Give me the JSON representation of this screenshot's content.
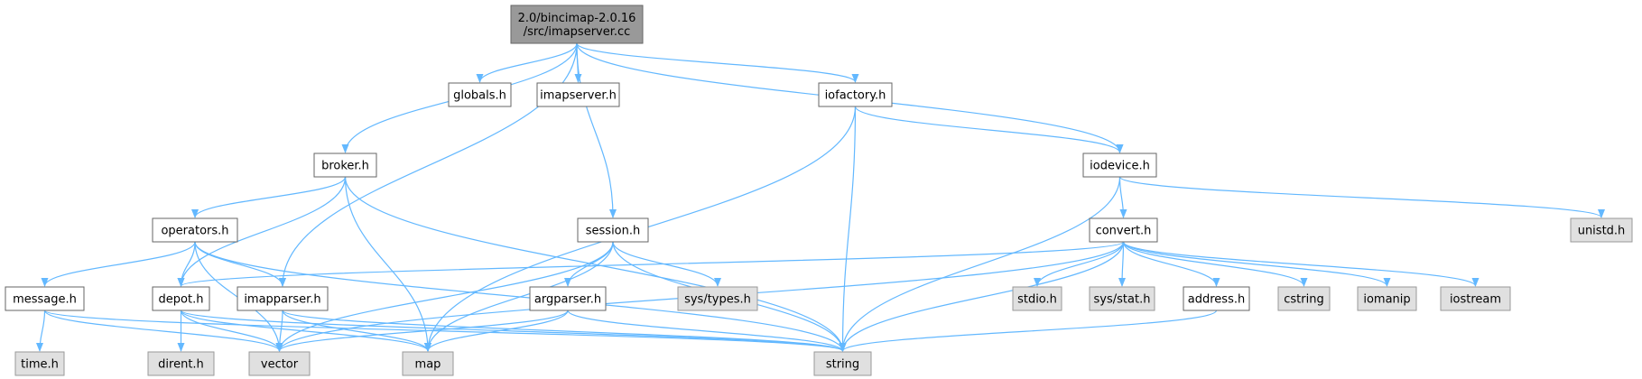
{
  "colors": {
    "root_fill": "#999999",
    "root_stroke": "#666666",
    "project_fill": "#ffffff",
    "project_stroke": "#666666",
    "system_fill": "#e0e0e0",
    "system_stroke": "#999999",
    "edge": "#63b8ff"
  },
  "nodes": [
    {
      "id": "root",
      "kind": "root",
      "lines": [
        "2.0/bincimap-2.0.16",
        "/src/imapserver.cc"
      ]
    },
    {
      "id": "globals",
      "kind": "project",
      "lines": [
        "globals.h"
      ]
    },
    {
      "id": "imapserver_h",
      "kind": "project",
      "lines": [
        "imapserver.h"
      ]
    },
    {
      "id": "iofactory",
      "kind": "project",
      "lines": [
        "iofactory.h"
      ]
    },
    {
      "id": "iodevice",
      "kind": "project",
      "lines": [
        "iodevice.h"
      ]
    },
    {
      "id": "broker",
      "kind": "project",
      "lines": [
        "broker.h"
      ]
    },
    {
      "id": "session",
      "kind": "project",
      "lines": [
        "session.h"
      ]
    },
    {
      "id": "operators",
      "kind": "project",
      "lines": [
        "operators.h"
      ]
    },
    {
      "id": "convert",
      "kind": "project",
      "lines": [
        "convert.h"
      ]
    },
    {
      "id": "unistd",
      "kind": "system",
      "lines": [
        "unistd.h"
      ]
    },
    {
      "id": "message",
      "kind": "project",
      "lines": [
        "message.h"
      ]
    },
    {
      "id": "depot",
      "kind": "project",
      "lines": [
        "depot.h"
      ]
    },
    {
      "id": "imapparser",
      "kind": "project",
      "lines": [
        "imapparser.h"
      ]
    },
    {
      "id": "argparser",
      "kind": "project",
      "lines": [
        "argparser.h"
      ]
    },
    {
      "id": "systypes",
      "kind": "system",
      "lines": [
        "sys/types.h"
      ]
    },
    {
      "id": "stdio",
      "kind": "system",
      "lines": [
        "stdio.h"
      ]
    },
    {
      "id": "sysstat",
      "kind": "system",
      "lines": [
        "sys/stat.h"
      ]
    },
    {
      "id": "address",
      "kind": "project",
      "lines": [
        "address.h"
      ]
    },
    {
      "id": "cstring",
      "kind": "system",
      "lines": [
        "cstring"
      ]
    },
    {
      "id": "iomanip",
      "kind": "system",
      "lines": [
        "iomanip"
      ]
    },
    {
      "id": "iostream",
      "kind": "system",
      "lines": [
        "iostream"
      ]
    },
    {
      "id": "time",
      "kind": "system",
      "lines": [
        "time.h"
      ]
    },
    {
      "id": "dirent",
      "kind": "system",
      "lines": [
        "dirent.h"
      ]
    },
    {
      "id": "vector",
      "kind": "system",
      "lines": [
        "vector"
      ]
    },
    {
      "id": "map",
      "kind": "system",
      "lines": [
        "map"
      ]
    },
    {
      "id": "string",
      "kind": "system",
      "lines": [
        "string"
      ]
    }
  ],
  "edges": [
    {
      "from": "root",
      "to": "globals"
    },
    {
      "from": "root",
      "to": "imapserver_h"
    },
    {
      "from": "root",
      "to": "iofactory"
    },
    {
      "from": "root",
      "to": "iodevice"
    },
    {
      "from": "root",
      "to": "broker"
    },
    {
      "from": "root",
      "to": "session"
    },
    {
      "from": "root",
      "to": "imapparser"
    },
    {
      "from": "iofactory",
      "to": "iodevice"
    },
    {
      "from": "iofactory",
      "to": "string"
    },
    {
      "from": "iofactory",
      "to": "map"
    },
    {
      "from": "iodevice",
      "to": "convert"
    },
    {
      "from": "iodevice",
      "to": "unistd"
    },
    {
      "from": "iodevice",
      "to": "string"
    },
    {
      "from": "broker",
      "to": "operators"
    },
    {
      "from": "broker",
      "to": "depot"
    },
    {
      "from": "broker",
      "to": "map"
    },
    {
      "from": "broker",
      "to": "string"
    },
    {
      "from": "operators",
      "to": "message"
    },
    {
      "from": "operators",
      "to": "depot"
    },
    {
      "from": "operators",
      "to": "imapparser"
    },
    {
      "from": "operators",
      "to": "vector"
    },
    {
      "from": "operators",
      "to": "string"
    },
    {
      "from": "session",
      "to": "argparser"
    },
    {
      "from": "session",
      "to": "systypes"
    },
    {
      "from": "session",
      "to": "vector"
    },
    {
      "from": "session",
      "to": "map"
    },
    {
      "from": "session",
      "to": "string"
    },
    {
      "from": "convert",
      "to": "depot"
    },
    {
      "from": "convert",
      "to": "vector"
    },
    {
      "from": "convert",
      "to": "stdio"
    },
    {
      "from": "convert",
      "to": "sysstat"
    },
    {
      "from": "convert",
      "to": "address"
    },
    {
      "from": "convert",
      "to": "cstring"
    },
    {
      "from": "convert",
      "to": "iomanip"
    },
    {
      "from": "convert",
      "to": "iostream"
    },
    {
      "from": "convert",
      "to": "string"
    },
    {
      "from": "message",
      "to": "time"
    },
    {
      "from": "message",
      "to": "vector"
    },
    {
      "from": "message",
      "to": "string"
    },
    {
      "from": "depot",
      "to": "dirent"
    },
    {
      "from": "depot",
      "to": "vector"
    },
    {
      "from": "depot",
      "to": "map"
    },
    {
      "from": "depot",
      "to": "string"
    },
    {
      "from": "imapparser",
      "to": "vector"
    },
    {
      "from": "imapparser",
      "to": "map"
    },
    {
      "from": "imapparser",
      "to": "string"
    },
    {
      "from": "argparser",
      "to": "vector"
    },
    {
      "from": "argparser",
      "to": "map"
    },
    {
      "from": "argparser",
      "to": "string"
    },
    {
      "from": "address",
      "to": "string"
    }
  ]
}
